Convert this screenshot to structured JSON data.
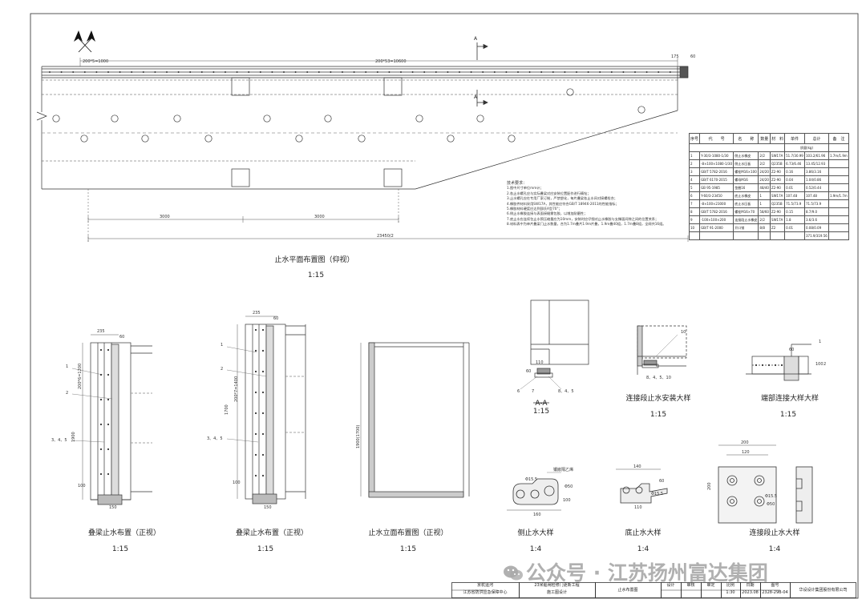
{
  "plan": {
    "title": "止水平面布置图（仰视）",
    "scale": "1:15",
    "dims": {
      "spacing_left": "200*5=1000",
      "spacing_main": "200*53=10600",
      "end_a": "175",
      "end_b": "60",
      "seg1": "3000",
      "seg2": "3000",
      "total": "23450/2"
    },
    "section_mark": "A"
  },
  "notes": {
    "heading": "技术要求：",
    "lines": [
      "1.图中尺寸单位mm计；",
      "2.各止水螺孔应与实际叠梁对应安装位置配作进行精钻；",
      "3.止水螺孔应在专用厂家订制，严禁塑化，每片叠梁各止水间对接螺栓合；",
      "4.橡胶件材料采用SW17A，其性能应符合GB/T 18946-2011的性能指标；",
      "5.橡胶材料硬度应达到邵氏A型70°；",
      "6.侧止水橡胶连接与表面接缝需包胶，以增加耐磨性；",
      "7.底止水应连续包止水预压缩量应为10mm，安装时应仔细对止水橡胶与支撑面间隙之间的位置关系；",
      "8.材料表中为单片叠梁门止水数量，合为1.7m叠片1.9m片叠，1.9m叠40组，1.7m叠8组，全闸共16组。"
    ]
  },
  "parts_table": {
    "headers": [
      "序号",
      "代　　号",
      "名　　称",
      "数量",
      "材　料",
      "单件",
      "总计",
      "备　注"
    ],
    "weight_header": "质量(kg)",
    "rows": [
      [
        "1",
        "Y-30/3-1080-1/30",
        "侧止水橡皮",
        "2/2",
        "SW17A",
        "51.7/30.99",
        "103.2/61.96",
        "1.7m/1.9m"
      ],
      [
        "2",
        "-8×100×1080-1/30",
        "侧止水压板",
        "2/2",
        "Q235B",
        "6.73/6.46",
        "13.45/12.93",
        ""
      ],
      [
        "3",
        "GB/T 5782-2016",
        "螺栓M16×100",
        "24/20",
        "Z2-90",
        "0.16",
        "3.86/3.16",
        ""
      ],
      [
        "4",
        "GB/T 6170-2015",
        "螺母M16",
        "24/20",
        "Z2-90",
        "0.04",
        "1.04/0.86",
        ""
      ],
      [
        "5",
        "GB 95-1985",
        "垫圈16",
        "48/40",
        "Z2-90",
        "0.01",
        "0.52/0.44",
        ""
      ],
      [
        "6",
        "Y-60/3-23450",
        "底止水橡皮",
        "1",
        "SW17A",
        "107.48",
        "107.48",
        "1.9m/1.7m"
      ],
      [
        "7",
        "-8×100×23000",
        "底止水压板",
        "1",
        "Q235B",
        "71.5/73.9",
        "71.5/73.9",
        ""
      ],
      [
        "8",
        "GB/T 5782-2016",
        "螺栓M16×70",
        "58/60",
        "Z2-90",
        "0.15",
        "8.7/9.0",
        ""
      ],
      [
        "9",
        "-100×100×200",
        "连接段止水橡皮",
        "2/2",
        "SW17A",
        "1.8",
        "3.6/3.6",
        ""
      ],
      [
        "10",
        "GB/T 91-2000",
        "开口销",
        "8/8",
        "Z2",
        "0.01",
        "0.08/0.09",
        ""
      ],
      [
        "",
        "",
        "",
        "",
        "",
        "",
        "371.9/319.56",
        ""
      ]
    ]
  },
  "details": [
    {
      "name": "stacked-front-1",
      "title": "叠梁止水布置（正视）",
      "scale": "1:15",
      "leaders": [
        "1",
        "2",
        "3、4、5"
      ],
      "dims": [
        "235",
        "60",
        "200*6=1200",
        "1900",
        "100",
        "150"
      ]
    },
    {
      "name": "stacked-front-2",
      "title": "叠梁止水布置（正视）",
      "scale": "1:15",
      "leaders": [
        "1",
        "2",
        "3、4、5"
      ],
      "dims": [
        "235",
        "60",
        "200*7=1400",
        "1700",
        "100",
        "150"
      ]
    },
    {
      "name": "elevation",
      "title": "止水立面布置图（正视）",
      "scale": "1:15",
      "leaders": [],
      "dims": [
        "1900(1700)"
      ]
    },
    {
      "name": "section-a",
      "title": "A-A",
      "scale": "1:15",
      "leaders": [
        "6",
        "7",
        "8、4、5"
      ],
      "dims": [
        "110",
        "60"
      ]
    },
    {
      "name": "joint-install",
      "title": "连接段止水安装大样",
      "scale": "1:15",
      "leaders": [
        "10",
        "8、4、5、10"
      ],
      "dims": []
    },
    {
      "name": "end-joint",
      "title": "端部连接大样大样",
      "scale": "1:15",
      "leaders": [
        "1",
        "2"
      ],
      "dims": [
        "60",
        "100"
      ]
    },
    {
      "name": "side-seal",
      "title": "侧止水大样",
      "scale": "1:4",
      "leaders": [
        "镶嵌隔乙烯"
      ],
      "dims": [
        "Φ15.5",
        "Φ50",
        "100",
        "160"
      ]
    },
    {
      "name": "bottom-seal",
      "title": "底止水大样",
      "scale": "1:4",
      "leaders": [],
      "dims": [
        "140",
        "60",
        "Φ15.5",
        "110"
      ]
    },
    {
      "name": "joint-seal",
      "title": "连接段止水大样",
      "scale": "1:4",
      "leaders": [],
      "dims": [
        "200",
        "120",
        "200",
        "Φ15.5",
        "Φ50"
      ]
    }
  ],
  "title_block": {
    "owner_line1": "京杭运河",
    "owner_line2": "江苏省防洪应急保障中心",
    "project_line1": "23米船闸检修门更新工程",
    "project_line2": "施工图设计",
    "drawing_title": "止水布置图",
    "fields": [
      "设计",
      "审核",
      "审定",
      "比例",
      "日期",
      "图号"
    ],
    "scale_value": "1:30",
    "date_value": "2023.08",
    "drawing_no": "2328-29B-04",
    "company": "华设设计集团股份有限公司"
  },
  "watermark": {
    "text": "公众号 · 江苏扬州富达集团",
    "icon": "wechat-icon"
  },
  "colors": {
    "line": "#333333",
    "grid": "#888888",
    "watermark": "#969696"
  }
}
